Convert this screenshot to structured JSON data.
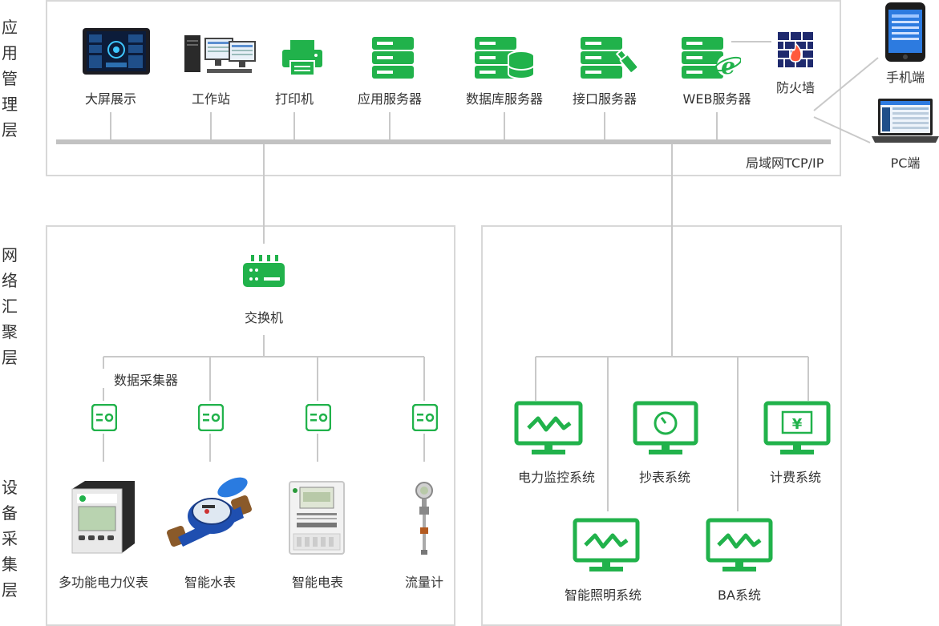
{
  "layers": {
    "app": "应\n用\n管\n理\n层",
    "network": "网\n络\n汇\n聚\n层",
    "device": "设\n备\n采\n集\n层"
  },
  "app_nodes": {
    "big_screen": "大屏展示",
    "workstation": "工作站",
    "printer": "打印机",
    "app_server": "应用服务器",
    "db_server": "数据库服务器",
    "interface_server": "接口服务器",
    "web_server": "WEB服务器",
    "firewall": "防火墙"
  },
  "lan_label": "局域网TCP/IP",
  "clients": {
    "mobile": "手机端",
    "pc": "PC端"
  },
  "network": {
    "switch": "交换机",
    "collector": "数据采集器"
  },
  "devices": {
    "multi_meter": "多功能电力仪表",
    "water_meter": "智能水表",
    "electric_meter": "智能电表",
    "flow_meter": "流量计"
  },
  "systems": {
    "power_monitor": "电力监控系统",
    "meter_reading": "抄表系统",
    "billing": "计费系统",
    "lighting": "智能照明系统",
    "ba": "BA系统"
  },
  "colors": {
    "accent": "#21b24b",
    "border": "#d8d8d8",
    "line": "#c9c9c9",
    "bus": "#c2c2c2"
  }
}
